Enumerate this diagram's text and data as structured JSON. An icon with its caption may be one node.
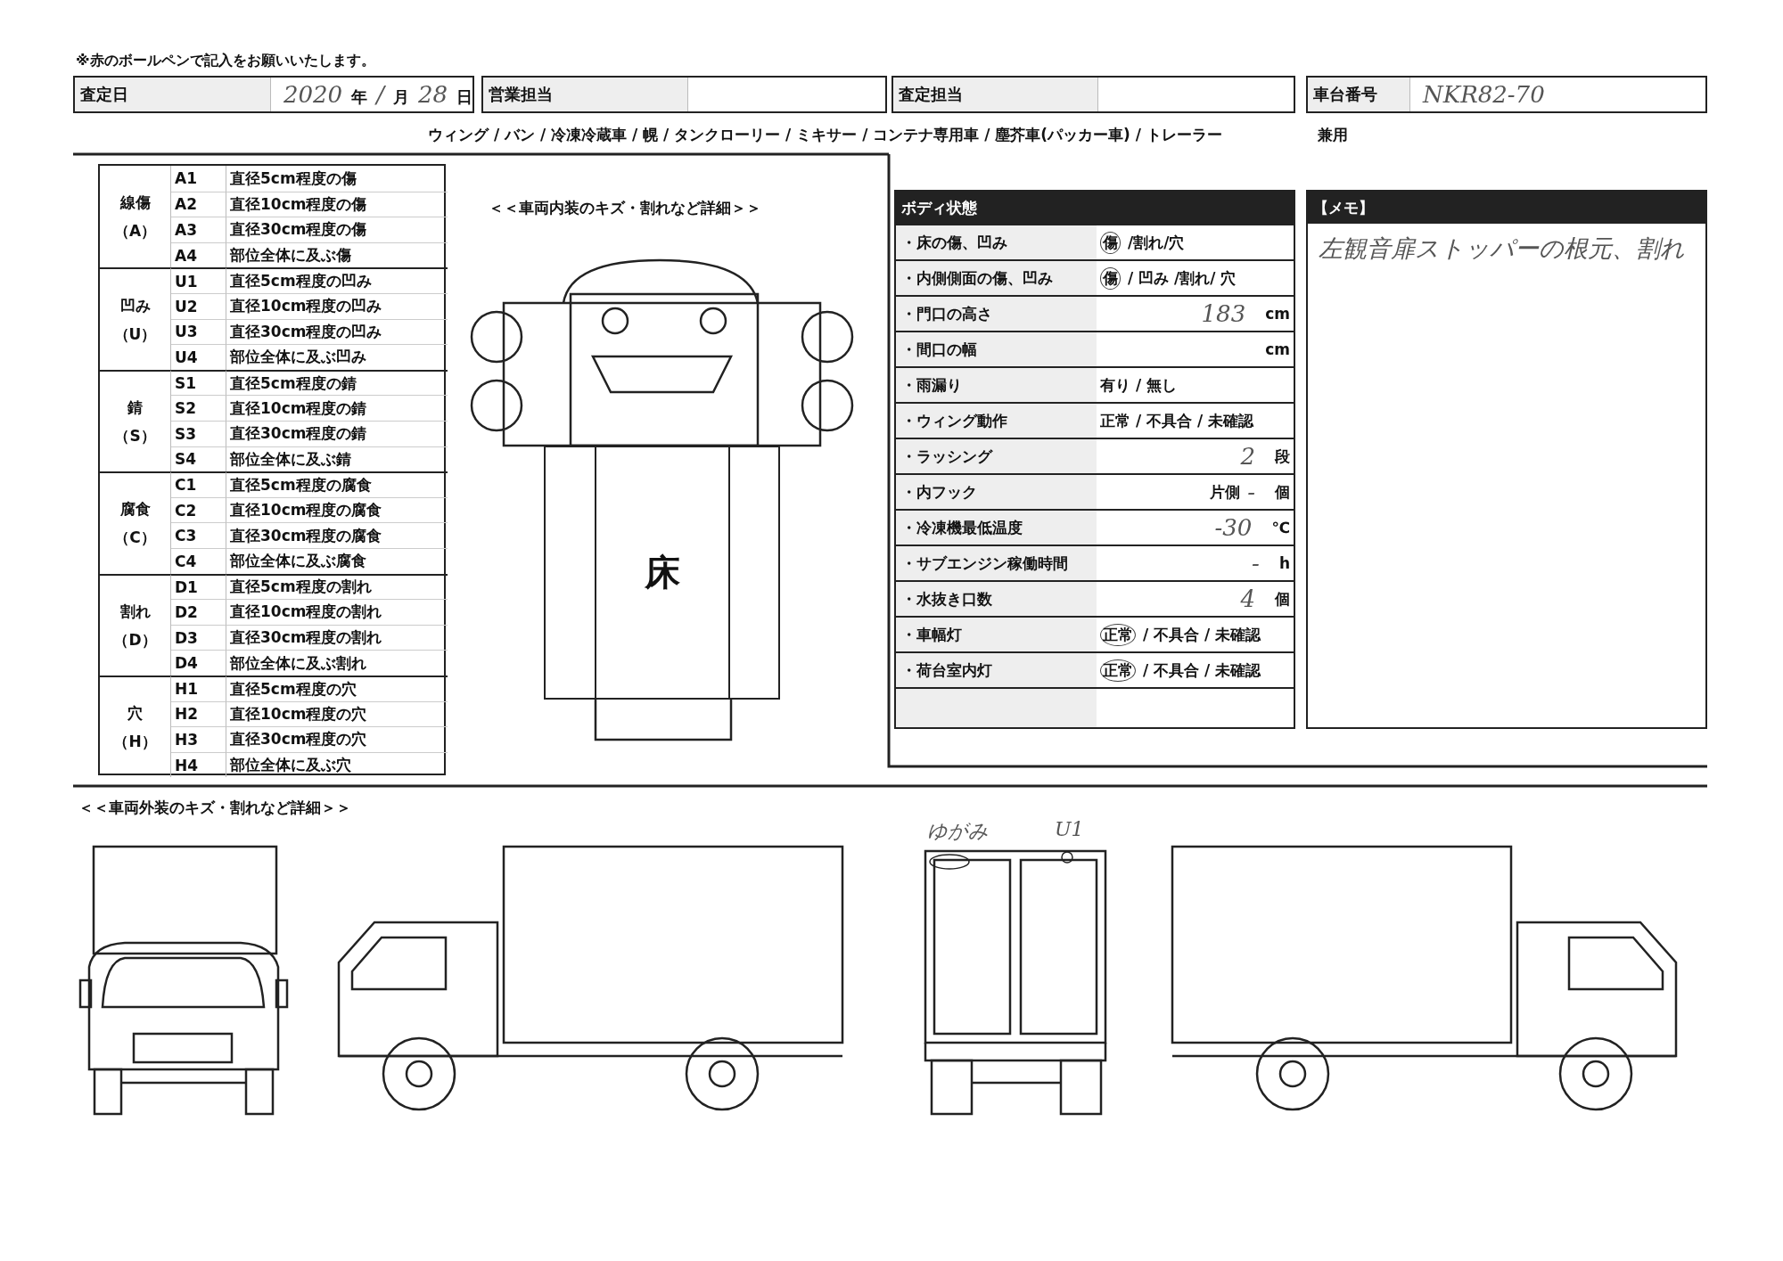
{
  "diagram": {
    "nodes": [
      {
        "text": [
          "査定日",
          "2020",
          "年",
          "/",
          "月",
          "28",
          "日"
        ]
      },
      {
        "text": [
          "営業担当"
        ]
      },
      {
        "text": [
          "査定担当"
        ]
      },
      {
        "text": [
          "車台番号",
          "NKR82-70"
        ]
      },
      {
        "text": [
          "ボディ状態"
        ]
      },
      {
        "text": [
          "・床の傷、凹み",
          "傷",
          "/割れ/穴"
        ],
        "in": 4
      },
      {
        "text": [
          "・内側側面の傷、凹み",
          "傷",
          "/ 凹み /割れ/ 穴"
        ],
        "in": 4
      },
      {
        "text": [
          "・門口の高さ",
          "183",
          "cm"
        ],
        "in": 4
      },
      {
        "text": [
          "・間口の幅",
          "cm"
        ],
        "in": 4
      },
      {
        "text": [
          "・雨漏り",
          "有り / 無し"
        ],
        "in": 4
      },
      {
        "text": [
          "・ウィング動作",
          "正常 / 不具合 / 未確認"
        ],
        "in": 4
      },
      {
        "text": [
          "・ラッシング",
          "2",
          "段"
        ],
        "in": 4
      },
      {
        "text": [
          "・内フック",
          "片側",
          "-",
          "個"
        ],
        "in": 4
      },
      {
        "text": [
          "・冷凍機最低温度",
          "-30",
          "℃"
        ],
        "in": 4
      },
      {
        "text": [
          "・サブエンジン稼働時間",
          "-",
          "h"
        ],
        "in": 4
      },
      {
        "text": [
          "・水抜き口数",
          "4",
          "個"
        ],
        "in": 4
      },
      {
        "text": [
          "・車幅灯",
          "正常",
          "/ 不具合 / 未確認"
        ],
        "in": 4
      },
      {
        "text": [
          "・荷台室内灯",
          "正常",
          "/ 不具合 / 未確認"
        ],
        "in": 4
      },
      {
        "text": [
          "【メモ】",
          "左観音扉ストッパーの根元、割れ"
        ]
      },
      {
        "text": [
          "床"
        ]
      }
    ],
    "labels": [
      "※赤のボールペンで記入をお願いいたします。",
      "ウィング / バン / 冷凍冷蔵車 / 幌 / タンクローリー / ミキサー / コンテナ専用車 / 塵芥車(パッカー車) / トレーラー",
      "兼用",
      "線傷（A）",
      "A1",
      "直径5cm程度の傷",
      "A2",
      "直径10cm程度の傷",
      "A3",
      "直径30cm程度の傷",
      "A4",
      "部位全体に及ぶ傷",
      "凹み（U）",
      "U1",
      "直径5cm程度の凹み",
      "U2",
      "直径10cm程度の凹み",
      "U3",
      "直径30cm程度の凹み",
      "U4",
      "部位全体に及ぶ凹み",
      "錆（S）",
      "S1",
      "直径5cm程度の錆",
      "S2",
      "直径10cm程度の錆",
      "S3",
      "直径30cm程度の錆",
      "S4",
      "部位全体に及ぶ錆",
      "腐食（C）",
      "C1",
      "直径5cm程度の腐食",
      "C2",
      "直径10cm程度の腐食",
      "C3",
      "直径30cm程度の腐食",
      "C4",
      "部位全体に及ぶ腐食",
      "割れ（D）",
      "D1",
      "直径5cm程度の割れ",
      "D2",
      "直径10cm程度の割れ",
      "D3",
      "直径30cm程度の割れ",
      "D4",
      "部位全体に及ぶ割れ",
      "穴（H）",
      "H1",
      "直径5cm程度の穴",
      "H2",
      "直径10cm程度の穴",
      "H3",
      "直径30cm程度の穴",
      "H4",
      "部位全体に及ぶ穴",
      "＜＜車両内装のキズ・割れなど詳細＞＞",
      "＜＜車両外装のキズ・割れなど詳細＞＞",
      "ゆがみ",
      "U1"
    ]
  }
}
